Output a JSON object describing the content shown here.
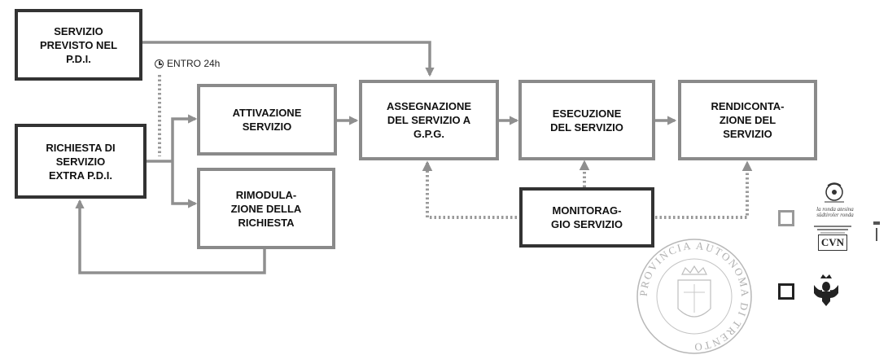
{
  "boxes": {
    "previsto": "SERVIZIO\nPREVISTO NEL\nP.D.I.",
    "richiesta": "RICHIESTA DI\nSERVIZIO\nEXTRA P.D.I.",
    "attivazione": "ATTIVAZIONE\nSERVIZIO",
    "rimodulazione": "RIMODULA-\nZIONE DELLA\nRICHIESTA",
    "assegnazione": "ASSEGNAZIONE\nDEL SERVIZIO A\nG.P.G.",
    "esecuzione": "ESECUZIONE\nDEL SERVIZIO",
    "rendicontazione": "RENDICONTA-\nZIONE DEL\nSERVIZIO",
    "monitoraggio": "MONITORAG-\nGIO SERVIZIO"
  },
  "timer_label": "ENTRO 24h",
  "logos": {
    "ronda_text": "la ronda atesina\nsüdtiroler ronda",
    "cvn_text": "CVN",
    "seal_text": "PROVINCIA AUTONOMA DI TRENTO"
  },
  "colors": {
    "dark_border": "#333333",
    "grey_border": "#8a8a8a",
    "arrow": "#8f8f8f"
  }
}
